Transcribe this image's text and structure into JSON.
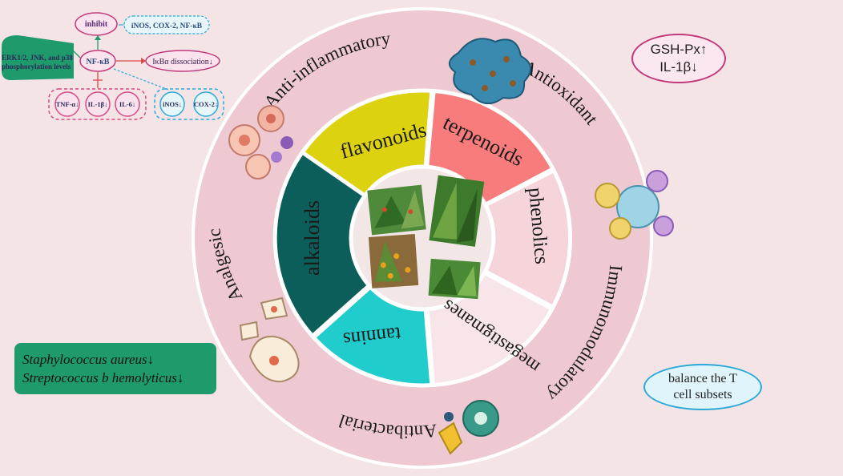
{
  "center_label": "",
  "categories": [
    {
      "key": "flavonoids",
      "label": "flavonoids",
      "color": "#ddd210"
    },
    {
      "key": "terpenoids",
      "label": "terpenoids",
      "color": "#f87c7c"
    },
    {
      "key": "phenolics",
      "label": "phenolics",
      "color": "#f5d4da"
    },
    {
      "key": "megastigmanes",
      "label": "megastigmanes",
      "color": "#f7e5e9"
    },
    {
      "key": "tannins",
      "label": "tannins",
      "color": "#21cccc"
    },
    {
      "key": "alkaloids",
      "label": "alkaloids",
      "color": "#0c5e5a"
    }
  ],
  "activities": [
    {
      "key": "anti_inflammatory",
      "label": "Anti-inflammatory"
    },
    {
      "key": "antioxidant",
      "label": "Antioxidant"
    },
    {
      "key": "immunomodulatory",
      "label": "Immunomodulatory"
    },
    {
      "key": "antibacterial",
      "label": "Antibacterial"
    },
    {
      "key": "analgesic",
      "label": "Analgesic"
    }
  ],
  "pathway": {
    "inhibit": "inhibit",
    "targets": "iNOS, COX-2,  NF-κB",
    "nfkb": "NF-κB",
    "ikb": "IκBα dissociation↓",
    "erk_line1": "ERK1/2, JNK, and p38",
    "erk_line2": "phosphorylation levels",
    "cytokines": [
      "TNF-α↓",
      "IL-1β↓",
      "IL-6↓"
    ],
    "enzymes": [
      "iNOS↓",
      "COX-2↓"
    ]
  },
  "antioxidant_note": {
    "line1": "GSH-Px↑",
    "line2": "IL-1β↓"
  },
  "antibacterial_note": {
    "line1": "Staphylococcus aureus↓",
    "line2": "Streptococcus b hemolyticus↓"
  },
  "immuno_note": {
    "line1": "balance the T",
    "line2": "cell subsets"
  },
  "colors": {
    "background": "#f5e4e6",
    "outer_ring": "#eec9d1",
    "ring_border": "#ffffff",
    "pathway_green": "#1e9a6b",
    "cytokine_pink": "#d64a86",
    "enzyme_blue": "#2aa9d8"
  }
}
